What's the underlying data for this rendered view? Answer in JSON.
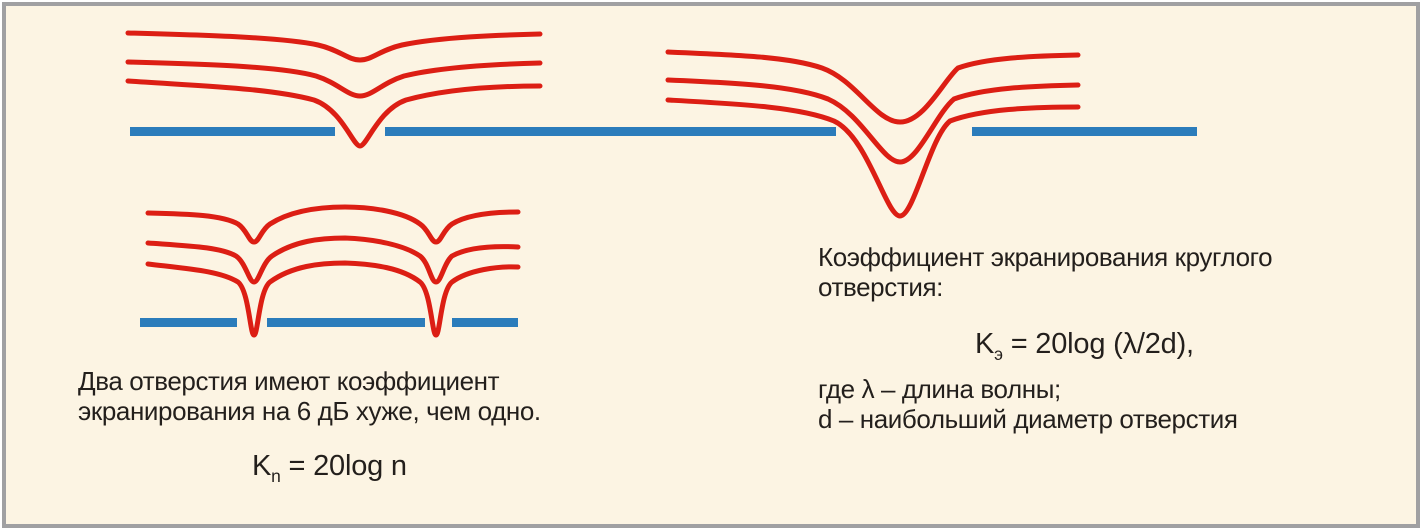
{
  "colors": {
    "panel_background": "#fcf4e3",
    "frame_border_gray": "#a0a0a2",
    "field_line_red": "#dc1e14",
    "shield_bar_blue": "#2b7cbb",
    "text_color": "#231f1c"
  },
  "left_block": {
    "caption_line1": "Два отверстия имеют коэффициент",
    "caption_line2": "экранирования на 6 дБ хуже, чем одно.",
    "formula": {
      "lhs": "K",
      "sub": "n",
      "rhs": "= 20log n"
    }
  },
  "right_block": {
    "title_line1": "Коэффициент экранирования круглого",
    "title_line2": "отверстия:",
    "formula": {
      "lhs": "K",
      "sub": "э",
      "rhs": "= 20log (λ/2d),"
    },
    "where_line1": "где λ – длина волны;",
    "where_line2": "d – наибольший диаметр отверстия"
  }
}
